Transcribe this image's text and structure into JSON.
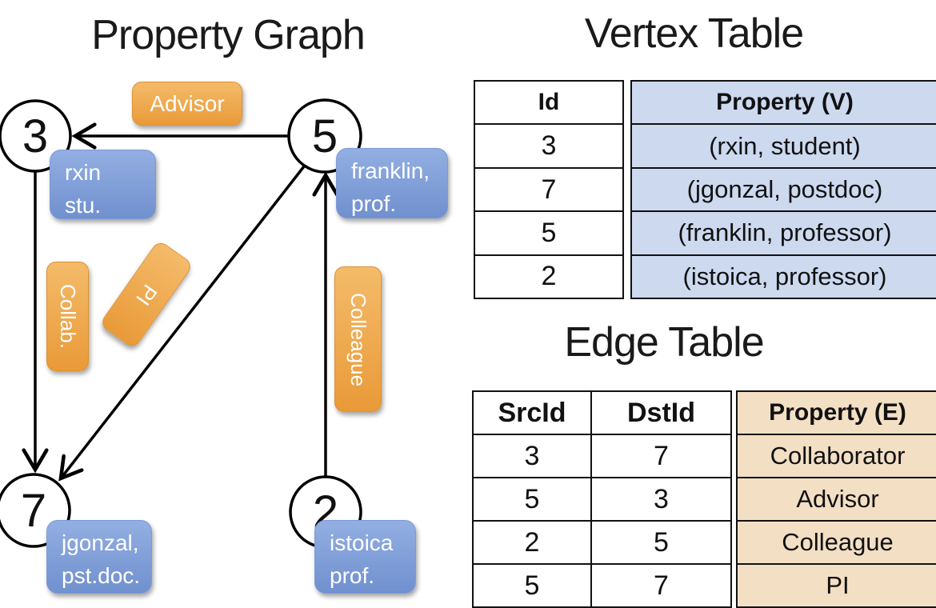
{
  "graph": {
    "title": "Property Graph",
    "nodes": [
      {
        "id": "3",
        "label_lines": [
          "rxin",
          "stu."
        ]
      },
      {
        "id": "5",
        "label_lines": [
          "franklin,",
          "prof."
        ]
      },
      {
        "id": "7",
        "label_lines": [
          "jgonzal,",
          "pst.doc."
        ]
      },
      {
        "id": "2",
        "label_lines": [
          "istoica",
          "prof."
        ]
      }
    ],
    "edges": [
      {
        "label": "Advisor",
        "from": "5",
        "to": "3"
      },
      {
        "label": "Collab.",
        "from": "3",
        "to": "7"
      },
      {
        "label": "PI",
        "from": "5",
        "to": "7"
      },
      {
        "label": "Colleague",
        "from": "2",
        "to": "5"
      }
    ]
  },
  "vertex_table": {
    "title": "Vertex Table",
    "id_header": "Id",
    "property_header": "Property (V)",
    "rows": [
      {
        "id": "3",
        "property": "(rxin, student)"
      },
      {
        "id": "7",
        "property": "(jgonzal, postdoc)"
      },
      {
        "id": "5",
        "property": "(franklin, professor)"
      },
      {
        "id": "2",
        "property": "(istoica, professor)"
      }
    ]
  },
  "edge_table": {
    "title": "Edge Table",
    "src_header": "SrcId",
    "dst_header": "DstId",
    "property_header": "Property (E)",
    "rows": [
      {
        "src": "3",
        "dst": "7",
        "property": "Collaborator"
      },
      {
        "src": "5",
        "dst": "3",
        "property": "Advisor"
      },
      {
        "src": "2",
        "dst": "5",
        "property": "Colleague"
      },
      {
        "src": "5",
        "dst": "7",
        "property": "PI"
      }
    ]
  },
  "colors": {
    "edge_label_orange": "#ec9f40",
    "vertex_label_blue": "#7f9dd7",
    "vertex_table_fill": "#ccd9ef",
    "edge_table_fill": "#f3dfc4",
    "line_black": "#111111",
    "background": "#ffffff"
  }
}
